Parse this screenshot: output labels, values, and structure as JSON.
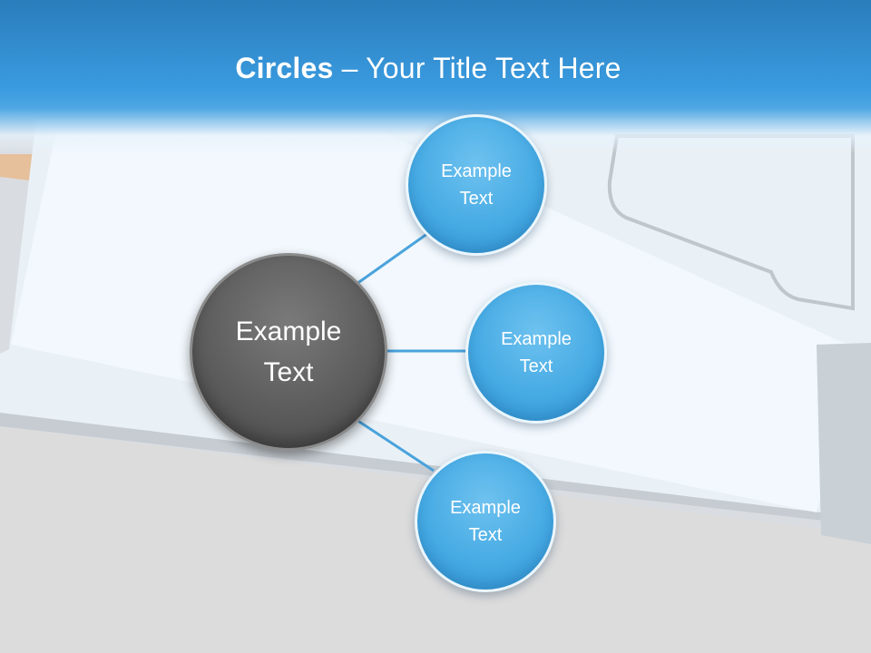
{
  "title": {
    "bold": "Circles",
    "rest": " – Your Title Text Here"
  },
  "center": {
    "text": "Example\nText"
  },
  "satellites": [
    {
      "line1": "Example",
      "line2": "Text"
    },
    {
      "line1": "Example",
      "line2": "Text"
    },
    {
      "line1": "Example",
      "line2": "Text"
    }
  ],
  "colors": {
    "title_bar": "#3a9be0",
    "circle_blue": "#47abe4",
    "circle_center": "#5a5a5a",
    "connector": "#4aa3dc"
  }
}
